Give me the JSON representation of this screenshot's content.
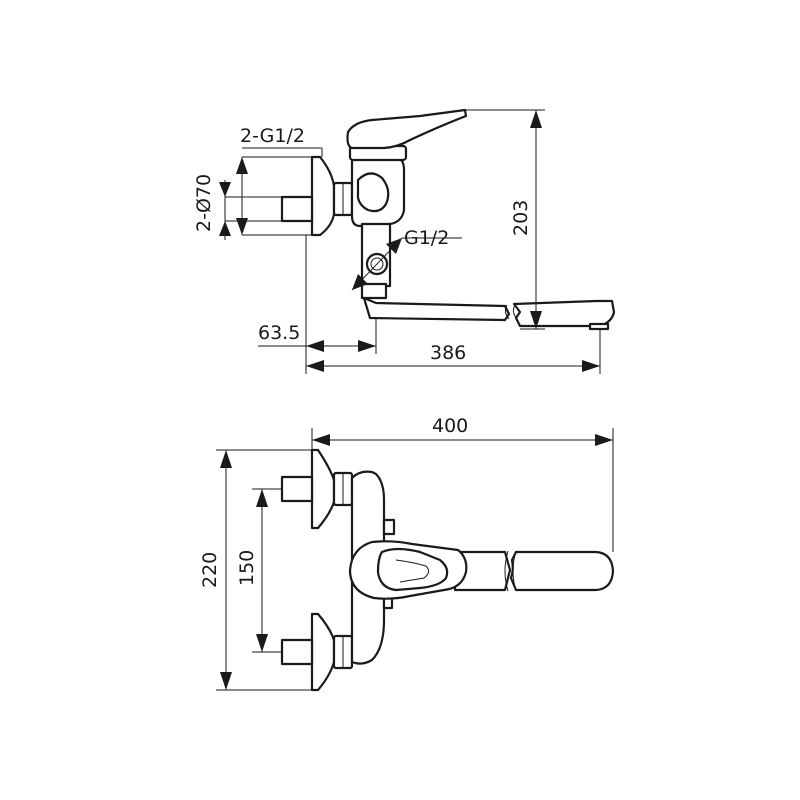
{
  "dimensions": {
    "inlet_thread": "2-G1/2",
    "flange_diameter": "2-Ø70",
    "outlet_thread": "G1/2",
    "height_to_spout": "203",
    "offset_from_wall": "63.5",
    "spout_reach": "386",
    "overall_length": "400",
    "overall_width": "220",
    "inlet_spacing": "150"
  }
}
